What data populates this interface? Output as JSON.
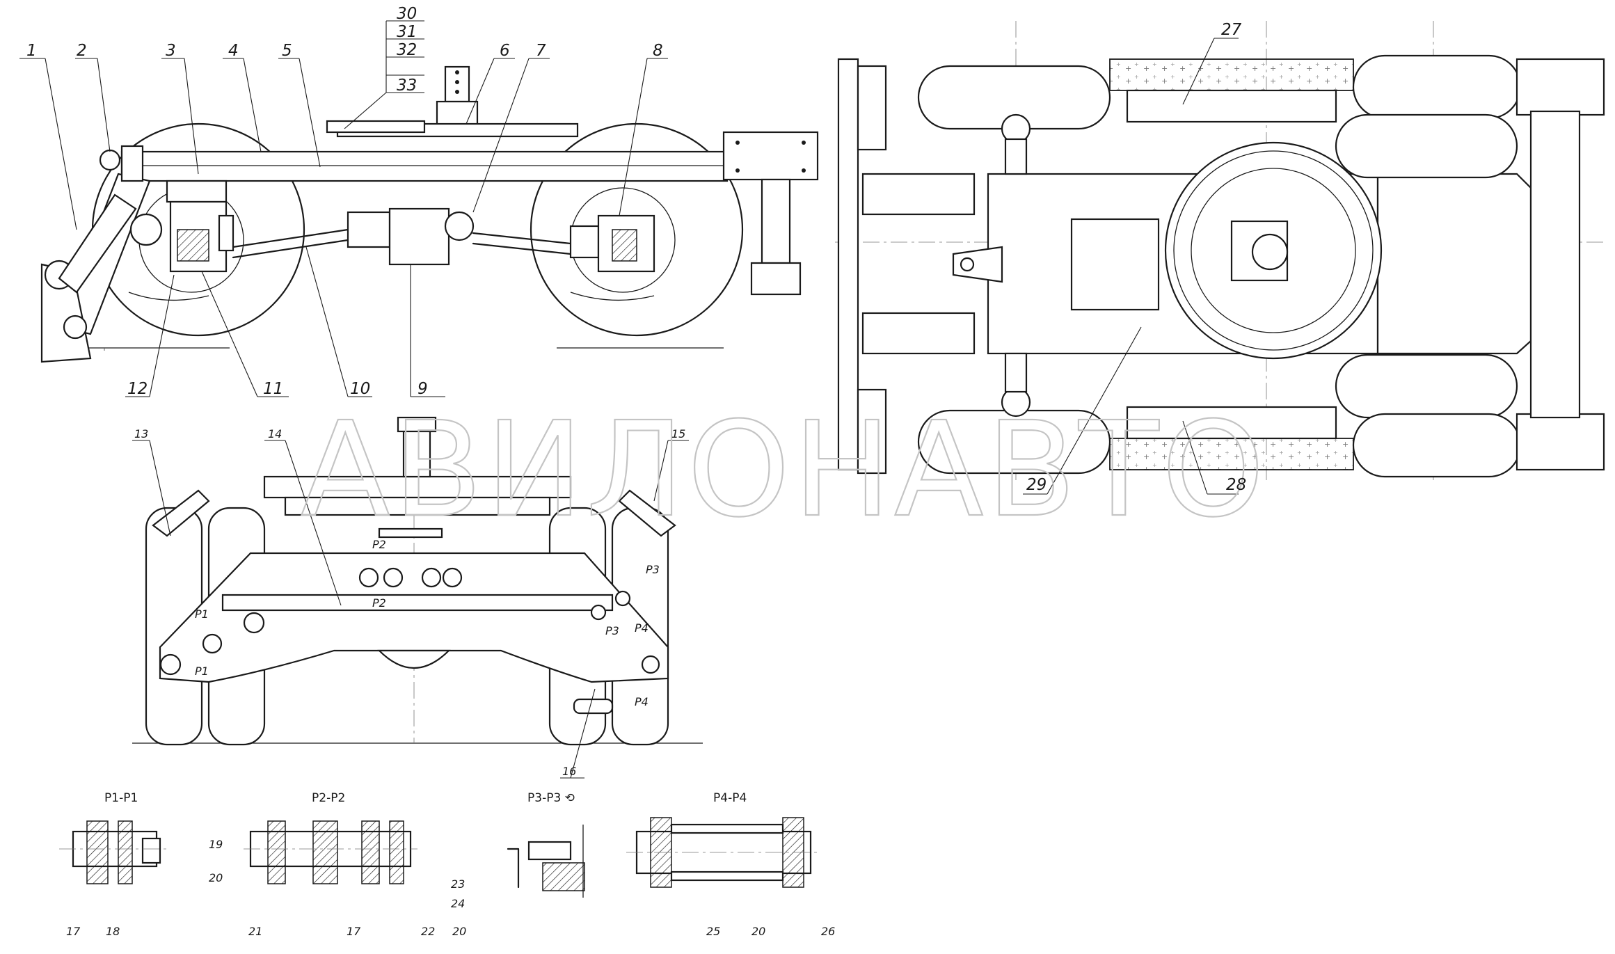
{
  "watermark": "АВИЛОНАВТО",
  "callouts": {
    "c1": "1",
    "c2": "2",
    "c3": "3",
    "c4": "4",
    "c5": "5",
    "c6": "6",
    "c7": "7",
    "c8": "8",
    "c9": "9",
    "c10": "10",
    "c11": "11",
    "c12": "12",
    "c13": "13",
    "c14": "14",
    "c15": "15",
    "c16": "16",
    "c17a": "17",
    "c17b": "17",
    "c18": "18",
    "c19": "19",
    "c20a": "20",
    "c20b": "20",
    "c20c": "20",
    "c21": "21",
    "c22": "22",
    "c23": "23",
    "c24": "24",
    "c25": "25",
    "c26": "26",
    "c27": "27",
    "c28": "28",
    "c29": "29",
    "c30": "30",
    "c31": "31",
    "c32": "32",
    "c33": "33"
  },
  "section_marks": {
    "p1a": "Р1",
    "p1b": "Р1",
    "p2a": "Р2",
    "p2b": "Р2",
    "p3a": "Р3",
    "p3b": "Р3",
    "p4a": "Р4",
    "p4b": "Р4"
  },
  "section_titles": {
    "s1": "Р1-Р1",
    "s2": "Р2-Р2",
    "s3": "Р3-Р3 ⟲",
    "s4": "Р4-Р4"
  }
}
